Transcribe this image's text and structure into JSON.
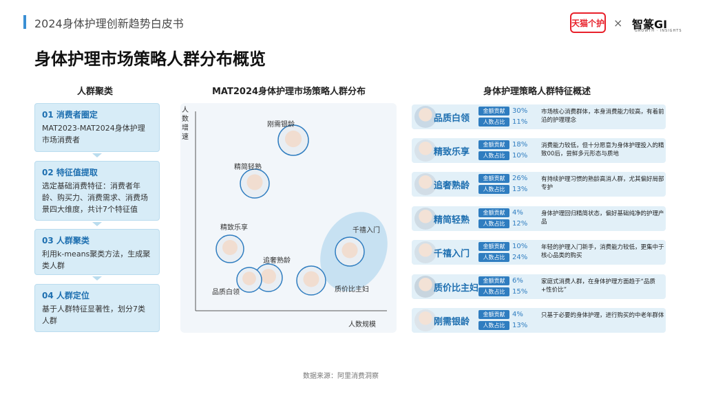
{
  "header": {
    "doc_title": "2024身体护理创新趋势白皮书",
    "page_title": "身体护理市场策略人群分布概览",
    "logo_tmall": "天猫个护",
    "logo_x": "×",
    "logo_zhizuan": "智篆GI",
    "logo_sub": "GROWTH · INSIGHTS"
  },
  "left": {
    "heading": "人群聚类",
    "steps": [
      {
        "title": "01 消费者圈定",
        "text": "MAT2023-MAT2024身体护理市场消费者"
      },
      {
        "title": "02 特征值提取",
        "text": "选定基础消费特征：消费者年龄、购买力、消费需求、消费场景四大维度，共计7个特征值"
      },
      {
        "title": "03 人群聚类",
        "text": "利用k-means聚类方法，生成聚类人群"
      },
      {
        "title": "04 人群定位",
        "text": "基于人群特征显著性，划分7类人群"
      }
    ]
  },
  "chart_data": {
    "type": "scatter",
    "title": "MAT2024身体护理市场策略人群分布",
    "xlabel": "人数规模",
    "ylabel": "人数增速",
    "points": [
      {
        "label": "刚需银龄"
      },
      {
        "label": "精简轻熟"
      },
      {
        "label": "精致乐享"
      },
      {
        "label": "追奢熟龄"
      },
      {
        "label": "品质白领"
      },
      {
        "label": "质价比主妇"
      },
      {
        "label": "千禧入门"
      }
    ]
  },
  "right": {
    "heading": "身体护理策略人群特征概述",
    "badge_amount": "金额贡献",
    "badge_people": "人数占比",
    "cards": [
      {
        "name": "品质白领",
        "amount": "30%",
        "people": "11%",
        "desc": "市场核心消费群体，本身消费能力较高，有着前沿的护理理念"
      },
      {
        "name": "精致乐享",
        "amount": "18%",
        "people": "10%",
        "desc": "消费能力较低，但十分愿意为身体护理投入的精致00后，尝鲜多元形态与质地"
      },
      {
        "name": "追奢熟龄",
        "amount": "26%",
        "people": "13%",
        "desc": "有持续护理习惯的熟龄高消人群，尤其偏好局部专护"
      },
      {
        "name": "精简轻熟",
        "amount": "4%",
        "people": "12%",
        "desc": "身体护理回归精简状态，偏好基础纯净的护理产品"
      },
      {
        "name": "千禧入门",
        "amount": "10%",
        "people": "24%",
        "desc": "年轻的护理入门新手，消费能力较低，更集中于核心品类的购买"
      },
      {
        "name": "质价比主妇",
        "amount": "6%",
        "people": "15%",
        "desc": "家庭式消费人群，在身体护理方面趋于“品质+性价比”"
      },
      {
        "name": "刚需银龄",
        "amount": "4%",
        "people": "13%",
        "desc": "只基于必要的身体护理，进行购买的中老年群体"
      }
    ]
  },
  "footer": {
    "source": "数据来源：阿里消费洞察"
  },
  "colors": {
    "accent": "#2f7dc0",
    "card_bg": "#e2f0f8",
    "step_bg": "#d7ecf7",
    "brand_red": "#e8202a"
  }
}
